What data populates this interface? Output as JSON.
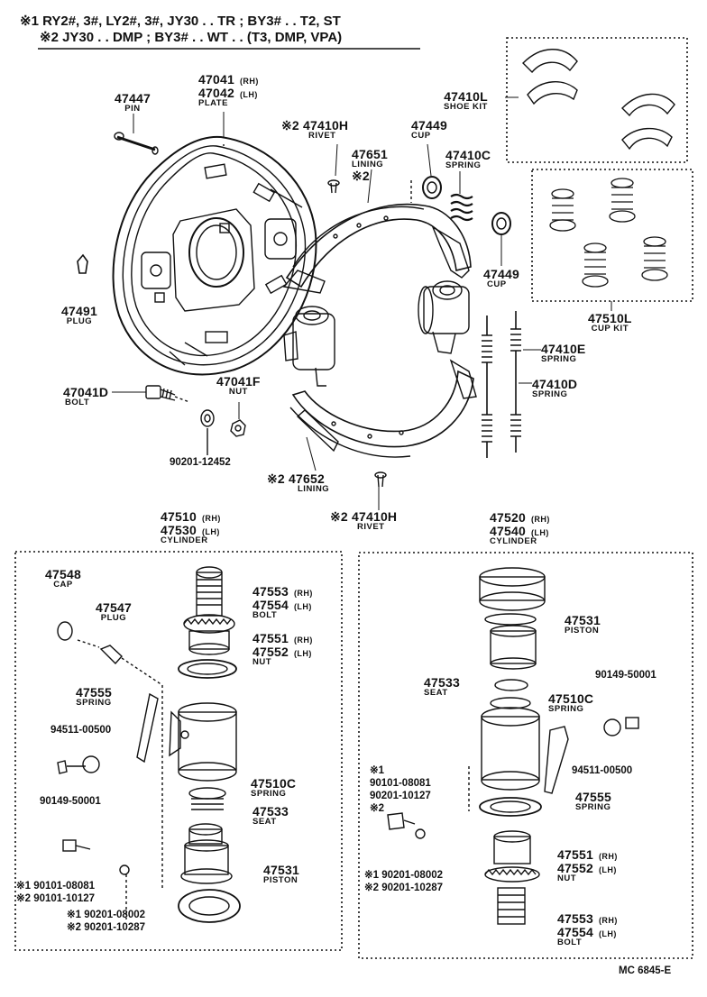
{
  "header": {
    "line1": "※1 RY2#, 3#, LY2#, 3#, JY30 . . TR ; BY3# . . T2, ST",
    "line2": "※2 JY30 . . DMP ; BY3# . . WT . . (T3, DMP, VPA)"
  },
  "parts": {
    "p47041": {
      "n1": "47041",
      "s1": "(RH)",
      "n2": "47042",
      "s2": "(LH)",
      "label": "PLATE"
    },
    "p47447": {
      "num": "47447",
      "label": "PIN"
    },
    "p47491": {
      "num": "47491",
      "label": "PLUG"
    },
    "p47041D": {
      "num": "47041D",
      "label": "BOLT"
    },
    "p47041F": {
      "num": "47041F",
      "label": "NUT"
    },
    "p90201_12452": {
      "num": "90201-12452"
    },
    "p47410H_top": {
      "num": "※2 47410H",
      "label": "RIVET"
    },
    "p47651": {
      "num": "47651",
      "label": "LINING",
      "mark": "※2"
    },
    "p47449_top": {
      "num": "47449",
      "label": "CUP"
    },
    "p47410C": {
      "num": "47410C",
      "label": "SPRING"
    },
    "p47449_bot": {
      "num": "47449",
      "label": "CUP"
    },
    "p47410L": {
      "num": "47410L",
      "label": "SHOE KIT"
    },
    "p47510L": {
      "num": "47510L",
      "label": "CUP KIT"
    },
    "p47410E": {
      "num": "47410E",
      "label": "SPRING"
    },
    "p47410D": {
      "num": "47410D",
      "label": "SPRING"
    },
    "p47652": {
      "num": "※2 47652",
      "label": "LINING"
    },
    "p47410H_bot": {
      "num": "※2 47410H",
      "label": "RIVET"
    },
    "cylL": {
      "n1": "47510",
      "s1": "(RH)",
      "n2": "47530",
      "s2": "(LH)",
      "label": "CYLINDER"
    },
    "cylR": {
      "n1": "47520",
      "s1": "(RH)",
      "n2": "47540",
      "s2": "(LH)",
      "label": "CYLINDER"
    },
    "L47548": {
      "num": "47548",
      "label": "CAP"
    },
    "L47547": {
      "num": "47547",
      "label": "PLUG"
    },
    "L47553": {
      "n1": "47553",
      "s1": "(RH)",
      "n2": "47554",
      "s2": "(LH)",
      "label": "BOLT"
    },
    "L47551": {
      "n1": "47551",
      "s1": "(RH)",
      "n2": "47552",
      "s2": "(LH)",
      "label": "NUT"
    },
    "L47555": {
      "num": "47555",
      "label": "SPRING"
    },
    "L94511": {
      "num": "94511-00500"
    },
    "L90149": {
      "num": "90149-50001"
    },
    "L47510C": {
      "num": "47510C",
      "label": "SPRING"
    },
    "L47533": {
      "num": "47533",
      "label": "SEAT"
    },
    "L47531": {
      "num": "47531",
      "label": "PISTON"
    },
    "L90101a": {
      "num": "※1 90101-08081"
    },
    "L90101b": {
      "num": "※2 90101-10127"
    },
    "L90201a": {
      "num": "※1 90201-08002"
    },
    "L90201b": {
      "num": "※2 90201-10287"
    },
    "R47531": {
      "num": "47531",
      "label": "PISTON"
    },
    "R90149": {
      "num": "90149-50001"
    },
    "R47533": {
      "num": "47533",
      "label": "SEAT"
    },
    "R47510C": {
      "num": "47510C",
      "label": "SPRING"
    },
    "R94511": {
      "num": "94511-00500"
    },
    "Rmark1": {
      "num": "※1"
    },
    "R90101a": {
      "num": "90101-08081"
    },
    "R90201a": {
      "num": "90201-10127"
    },
    "Rmark2": {
      "num": "※2"
    },
    "R47555": {
      "num": "47555",
      "label": "SPRING"
    },
    "R47551": {
      "n1": "47551",
      "s1": "(RH)",
      "n2": "47552",
      "s2": "(LH)",
      "label": "NUT"
    },
    "R90201b": {
      "num": "※1 90201-08002"
    },
    "R90201c": {
      "num": "※2 90201-10287"
    },
    "R47553": {
      "n1": "47553",
      "s1": "(RH)",
      "n2": "47554",
      "s2": "(LH)",
      "label": "BOLT"
    }
  },
  "footer": {
    "code": "MC 6845-E"
  }
}
